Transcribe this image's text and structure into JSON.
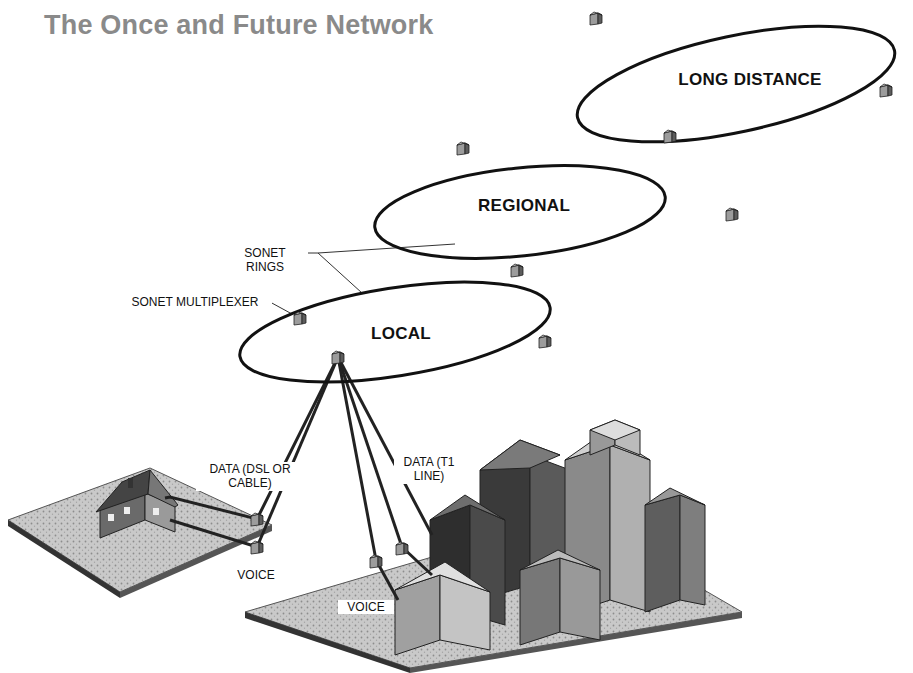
{
  "diagram": {
    "title": "The Once and Future Network",
    "nodes": [
      {
        "text": [
          "LONG DISTANCE"
        ]
      },
      {
        "text": [
          "REGIONAL"
        ]
      },
      {
        "text": [
          "LOCAL"
        ]
      }
    ],
    "labels": [
      "SONET RINGS",
      "SONET MULTIPLEXER",
      "DATA (DSL OR CABLE)",
      "VOICE",
      "VOICE",
      "DATA (T1 LINE)"
    ]
  }
}
